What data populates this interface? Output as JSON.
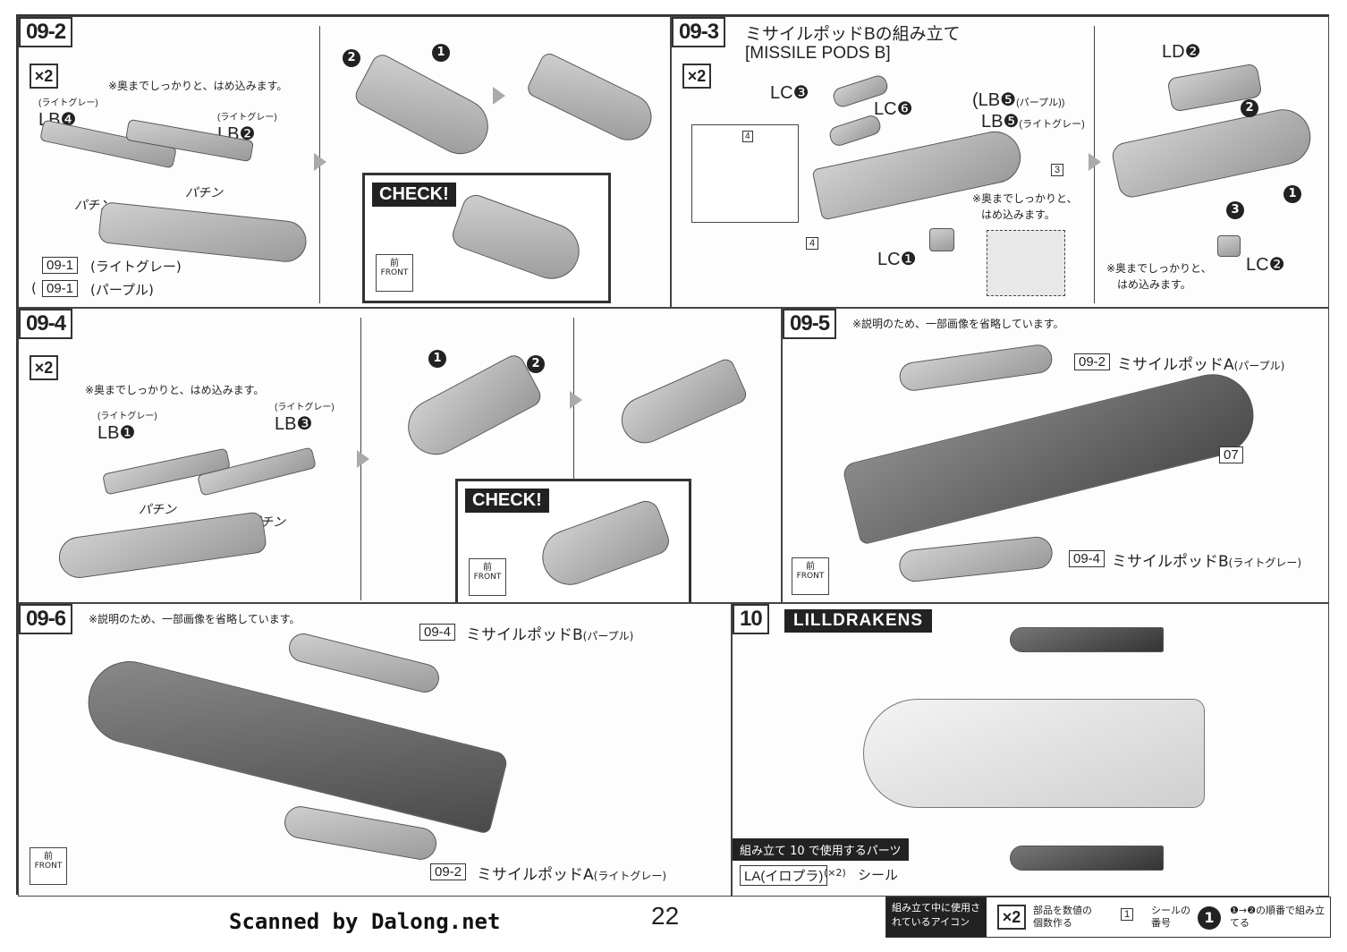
{
  "panels": {
    "p092": {
      "step": "09-2",
      "multiplier": "×2",
      "note": "※奥までしっかりと、はめ込みます。",
      "label_lb4_sub": "(ライトグレー)",
      "label_lb4": "LB❹",
      "label_lb2_sub": "(ライトグレー)",
      "label_lb2": "LB❷",
      "snap1": "パチン",
      "snap2": "パチン",
      "ref1_tag": "09-1",
      "ref1_text": "(ライトグレー)",
      "ref2_tag": "09-1",
      "ref2_text": "(パープル)",
      "check": "CHECK!",
      "front_k": "前",
      "front": "FRONT"
    },
    "p093": {
      "step": "09-3",
      "title": "ミサイルポッドBの組み立て",
      "title_en": "[MISSILE PODS B]",
      "multiplier": "×2",
      "lc3": "LC❸",
      "lc6": "LC❻",
      "lb5a": "(LB❺",
      "lb5a_sub": "(パープル))",
      "lb5b": "LB❺",
      "lb5b_sub": "(ライトグレー)",
      "lc1": "LC❶",
      "lc2": "LC❷",
      "ld2": "LD❷",
      "note1": "※奥までしっかりと、",
      "note1b": "はめ込みます。",
      "note2": "※奥までしっかりと、",
      "note2b": "はめ込みます。",
      "seal3": "3",
      "seal4": "4",
      "seal4b": "4"
    },
    "p094": {
      "step": "09-4",
      "multiplier": "×2",
      "note": "※奥までしっかりと、はめ込みます。",
      "label_lb1_sub": "(ライトグレー)",
      "label_lb1": "LB❶",
      "label_lb3_sub": "(ライトグレー)",
      "label_lb3": "LB❸",
      "snap1": "パチン",
      "snap2": "パチン",
      "check": "CHECK!",
      "front_k": "前",
      "front": "FRONT"
    },
    "p095": {
      "step": "09-5",
      "note": "※説明のため、一部画像を省略しています。",
      "tag1": "09-2",
      "text1": "ミサイルポッドA",
      "text1_sub": "(パープル)",
      "tag2": "07",
      "tag3": "09-4",
      "text3": "ミサイルポッドB",
      "text3_sub": "(ライトグレー)",
      "front_k": "前",
      "front": "FRONT"
    },
    "p096": {
      "step": "09-6",
      "note": "※説明のため、一部画像を省略しています。",
      "tag1": "09-4",
      "text1": "ミサイルポッドB",
      "text1_sub": "(パープル)",
      "tag2": "09-2",
      "text2": "ミサイルポッドA",
      "text2_sub": "(ライトグレー)",
      "front_k": "前",
      "front": "FRONT"
    },
    "p10": {
      "step": "10",
      "title": "LILLDRAKENS",
      "parts_head": "組み立て 10 で使用するパーツ",
      "parts_tag": "LA(イロプラ)",
      "parts_qty": "(×2)",
      "parts_seal": "シール"
    }
  },
  "legend": {
    "icon_desc": "組み立て中に使用されているアイコン",
    "x2": "×2",
    "x2_desc": "部品を数値の個数作る",
    "seal_num": "1",
    "seal_desc": "シールの番号",
    "order_num": "1",
    "order_desc": "❶→❷の順番で組み立てる"
  },
  "footer": {
    "scanned": "Scanned by Dalong.net",
    "page": "22"
  }
}
